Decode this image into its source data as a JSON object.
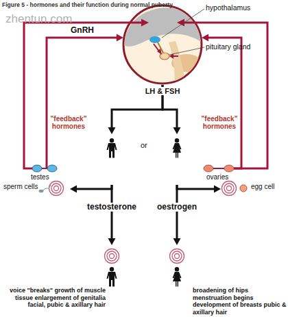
{
  "diagram": {
    "title": "Figure 5 - hormones and their function during normal puberty",
    "nodes": [
      {
        "text": [
          "GnRH"
        ]
      },
      {
        "text": [
          "testes"
        ]
      },
      {
        "text": [
          "ovaries"
        ]
      },
      {
        "text": [
          "sperm cells"
        ]
      },
      {
        "text": [
          "egg cell"
        ]
      },
      {
        "text": [
          "voice \"breaks\" growth of muscle tissue enlargement of genitalia facial, pubic & axillary hair"
        ]
      },
      {
        "text": [
          "broadening of hips menstruation begins development of breasts pubic & axillary hair"
        ]
      }
    ],
    "edges": [
      {
        "from": 0,
        "to": 1,
        "arrow": "to",
        "label": "LH & FSH"
      },
      {
        "from": 0,
        "to": 2,
        "arrow": "to"
      },
      {
        "from": 1,
        "to": 0,
        "arrow": "to",
        "label": "\"feedback\" hormones"
      },
      {
        "from": 2,
        "to": 0,
        "arrow": "to",
        "label": "\"feedback\" hormones"
      },
      {
        "from": 1,
        "to": 3,
        "arrow": "to"
      },
      {
        "from": 1,
        "to": 5,
        "arrow": "to",
        "label": "testosterone"
      },
      {
        "from": 2,
        "to": 4,
        "arrow": "to"
      },
      {
        "from": 2,
        "to": 6,
        "arrow": "to",
        "label": "oestrogen"
      }
    ],
    "labels": [
      "zhentun.com",
      "hypothalamus",
      "pituitary gland",
      "or"
    ]
  }
}
